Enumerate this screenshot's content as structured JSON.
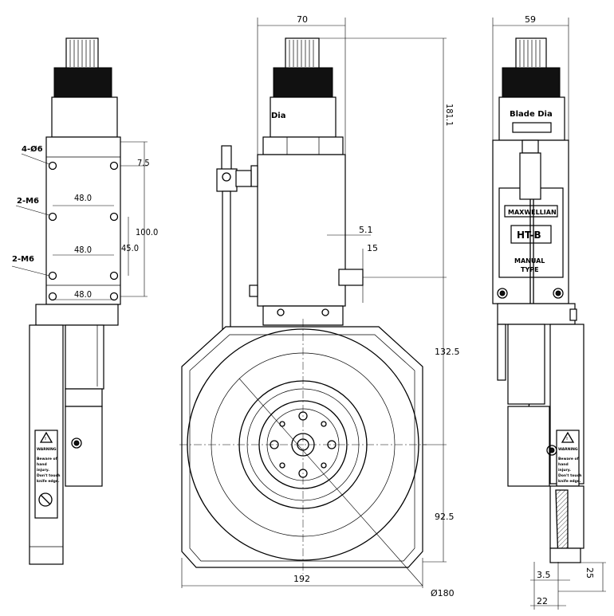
{
  "drawing": {
    "views": [
      "side-view-left",
      "front-view",
      "side-view-right"
    ]
  },
  "left_view": {
    "callouts": {
      "holes_4": "4-Ø6",
      "m6_upper": "2-M6",
      "m6_lower": "2-M6"
    },
    "dims": {
      "top_offset": "7.5",
      "width_upper": "48.0",
      "width_middle": "48.0",
      "width_lower": "48.0",
      "height_total": "100.0",
      "height_mid": "45.0"
    },
    "warning": {
      "title": "WARNING",
      "body": [
        "Beware of",
        "hand",
        "injury.",
        "Don't touch",
        "knife edge."
      ]
    }
  },
  "front_view": {
    "dims": {
      "top_width": "70",
      "total_height": "181.1",
      "step_width": "5.1",
      "step_height": "15",
      "mid_height": "132.5",
      "lower_height": "92.5",
      "base_width": "192",
      "circle_dia": "Ø180"
    },
    "label_fragment": "Dia"
  },
  "right_view": {
    "dims": {
      "top_width": "59",
      "blade_offset": "3.5",
      "blade_depth": "25",
      "blade_width": "22"
    },
    "dial_label": "Blade Dia",
    "plate": {
      "brand": "MAXWELLIAN",
      "model": "HT-B",
      "line1": "MANUAL",
      "line2": "TYPE"
    },
    "warning": {
      "title": "WARNING",
      "body": [
        "Beware of",
        "hand",
        "injury.",
        "Don't touch",
        "knife edge."
      ]
    }
  },
  "icons": [
    "warning-triangle-icon",
    "glove-icon",
    "hex-nut-icon"
  ]
}
